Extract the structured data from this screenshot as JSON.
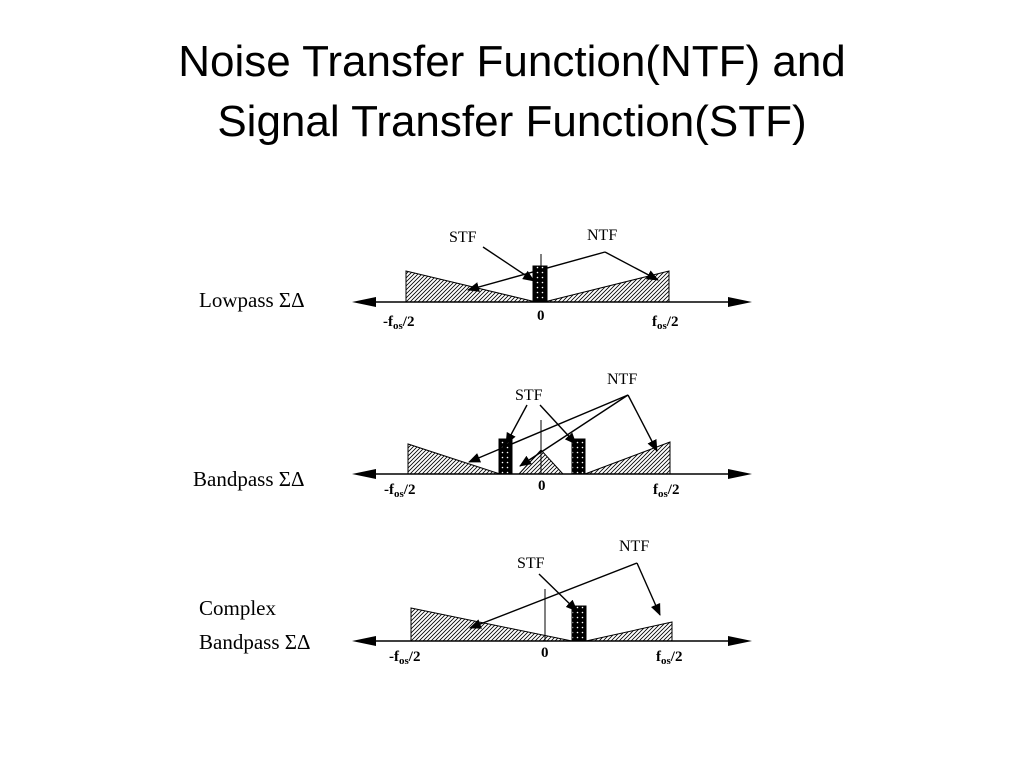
{
  "title": {
    "line1": "Noise Transfer Function(NTF) and",
    "line2": "Signal Transfer Function(STF)"
  },
  "panels": [
    {
      "name": "lowpass",
      "label": [
        "Lowpass ΣΔ"
      ]
    },
    {
      "name": "bandpass",
      "label": [
        "Bandpass ΣΔ"
      ]
    },
    {
      "name": "complex-bandpass",
      "label": [
        "Complex",
        "Bandpass ΣΔ"
      ]
    }
  ],
  "axis": {
    "left_prefix": "-f",
    "left_suffix": "/2",
    "right_prefix": "f",
    "right_suffix": "/2",
    "subscript": "os",
    "zero": "0"
  },
  "callouts": {
    "stf": "STF",
    "ntf": "NTF"
  },
  "colors": {
    "ink": "#000000",
    "background": "#ffffff"
  }
}
